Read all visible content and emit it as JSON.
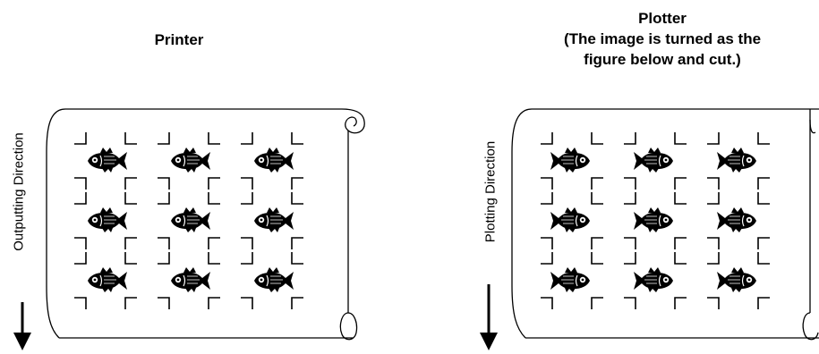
{
  "printer": {
    "title": "Printer",
    "direction_label": "Outputting Direction",
    "fish_facing": "left",
    "grid": {
      "rows": 3,
      "cols": 3
    }
  },
  "plotter": {
    "title": "Plotter\n(The image is turned as the\nfigure below and cut.)",
    "direction_label": "Plotting Direction",
    "fish_facing": "right",
    "grid": {
      "rows": 3,
      "cols": 3
    }
  },
  "icons": {
    "fish": "fish-icon",
    "crop_mark": "crop-mark-icon",
    "arrow": "arrow-down-icon",
    "paper_roll": "paper-roll-icon"
  }
}
